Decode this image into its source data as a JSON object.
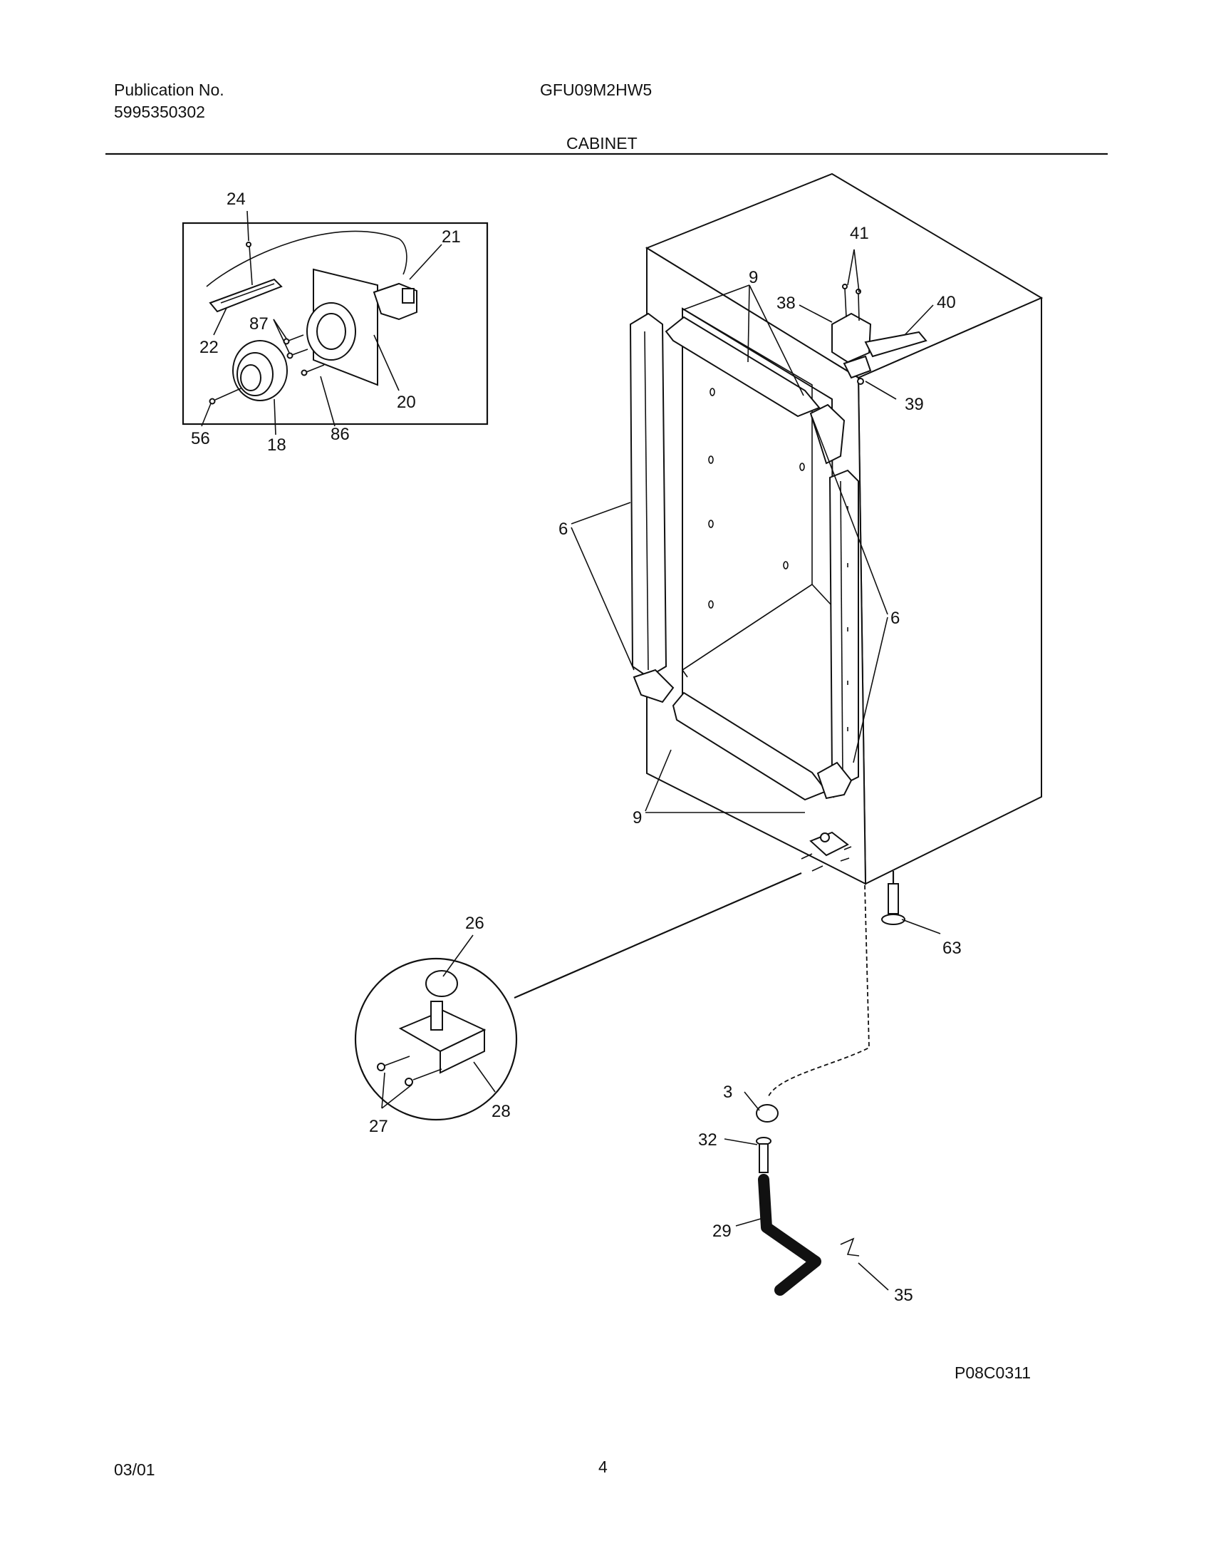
{
  "header": {
    "publication_label": "Publication No.",
    "publication_number": "5995350302",
    "model": "GFU09M2HW5",
    "section_title": "CABINET"
  },
  "part_callouts": [
    "24",
    "21",
    "22",
    "87",
    "20",
    "56",
    "18",
    "86",
    "9",
    "41",
    "38",
    "40",
    "39",
    "6",
    "6",
    "9",
    "26",
    "63",
    "27",
    "28",
    "3",
    "32",
    "29",
    "35"
  ],
  "footer": {
    "diagram_code": "P08C0311",
    "date": "03/01",
    "page_number": "4"
  }
}
